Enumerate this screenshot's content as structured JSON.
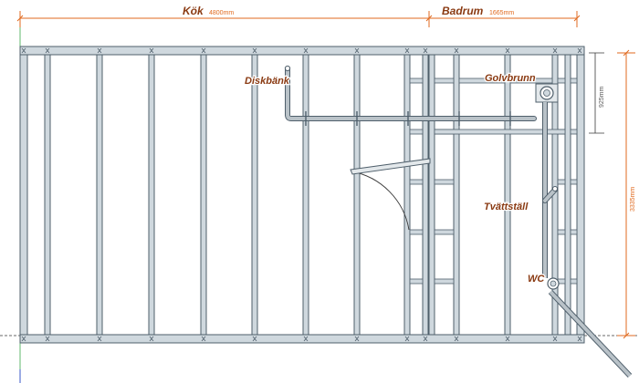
{
  "diagram": {
    "rooms": [
      {
        "id": "kok",
        "label": "Kök",
        "dimension": "4800mm"
      },
      {
        "id": "badrum",
        "label": "Badrum",
        "dimension": "1665mm"
      }
    ],
    "vertical_dimensions": [
      {
        "id": "floor-drain-offset",
        "text": "925mm"
      },
      {
        "id": "wall-height",
        "text": "3335mm"
      }
    ],
    "fixtures": [
      {
        "id": "diskbank",
        "label": "Diskbänk"
      },
      {
        "id": "golvbrunn",
        "label": "Golvbrunn"
      },
      {
        "id": "tvattstall",
        "label": "Tvättställ"
      },
      {
        "id": "wc",
        "label": "WC"
      }
    ],
    "colors": {
      "stud_fill": "#cfd8de",
      "stud_stroke": "#4f5f6b",
      "dimension": "#e06a1f",
      "label": "#8a3a12",
      "pipe": "#b9c2c8"
    }
  }
}
